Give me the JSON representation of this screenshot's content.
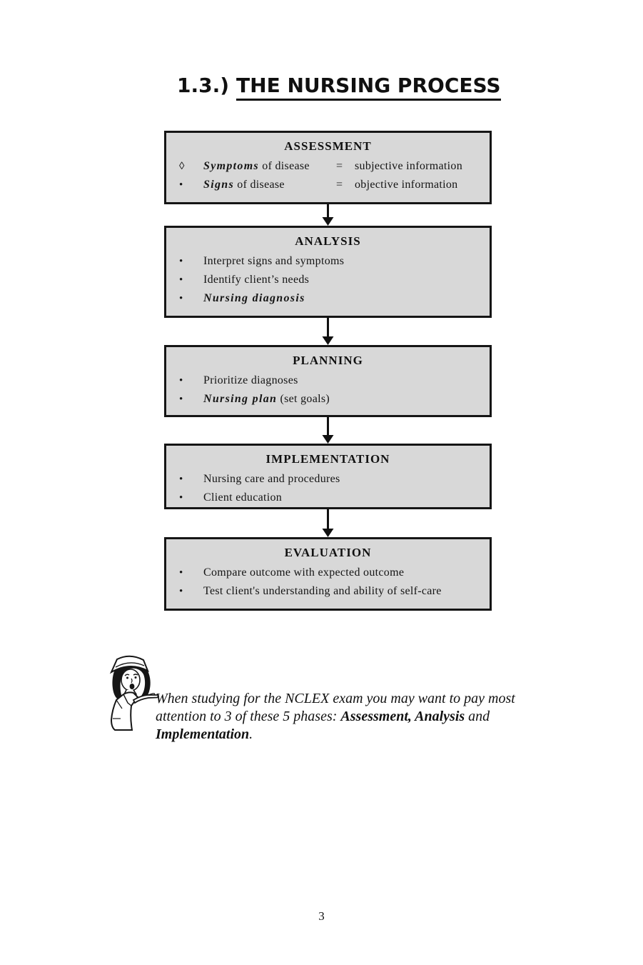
{
  "title": {
    "prefix": "1.3.)",
    "main": "THE NURSING PROCESS"
  },
  "flowchart": {
    "boxes": [
      {
        "header": "ASSESSMENT",
        "items": [
          {
            "bullet": "◊",
            "em": "Symptoms",
            "text": " of disease",
            "eq": "=",
            "def": "subjective information"
          },
          {
            "bullet": "•",
            "em": "Signs",
            "text": " of disease",
            "eq": "=",
            "def": "objective information"
          }
        ]
      },
      {
        "header": "ANALYSIS",
        "items": [
          {
            "bullet": "•",
            "em": "",
            "text": "Interpret signs and symptoms"
          },
          {
            "bullet": "•",
            "em": "",
            "text": "Identify client’s needs"
          },
          {
            "bullet": "•",
            "em": "Nursing diagnosis",
            "text": ""
          }
        ]
      },
      {
        "header": "PLANNING",
        "items": [
          {
            "bullet": "•",
            "em": "",
            "text": "Prioritize diagnoses"
          },
          {
            "bullet": "•",
            "em": "Nursing plan",
            "text": " (set goals)"
          }
        ]
      },
      {
        "header": "IMPLEMENTATION",
        "items": [
          {
            "bullet": "•",
            "em": "",
            "text": "Nursing care and procedures"
          },
          {
            "bullet": "•",
            "em": "",
            "text": "Client education"
          }
        ]
      },
      {
        "header": "EVALUATION",
        "items": [
          {
            "bullet": "•",
            "em": "",
            "text": "Compare outcome with expected outcome"
          },
          {
            "bullet": "•",
            "em": "",
            "text": "Test client's understanding and ability of self-care"
          }
        ]
      }
    ]
  },
  "note": {
    "line1": "When studying for the NCLEX exam you may want to pay most",
    "line2_pre": "attention to 3 of these 5 phases: ",
    "line2_em": "Assessment, Analysis",
    "line2_post": " and",
    "line3_em": "Implementation",
    "line3_post": "."
  },
  "icons": {
    "arrow": "flow-arrow-down",
    "nurse": "nurse-pointing-illustration"
  },
  "colors": {
    "box_bg": "#d8d8d8",
    "box_border": "#151515",
    "text": "#141414"
  },
  "page_number": "3"
}
